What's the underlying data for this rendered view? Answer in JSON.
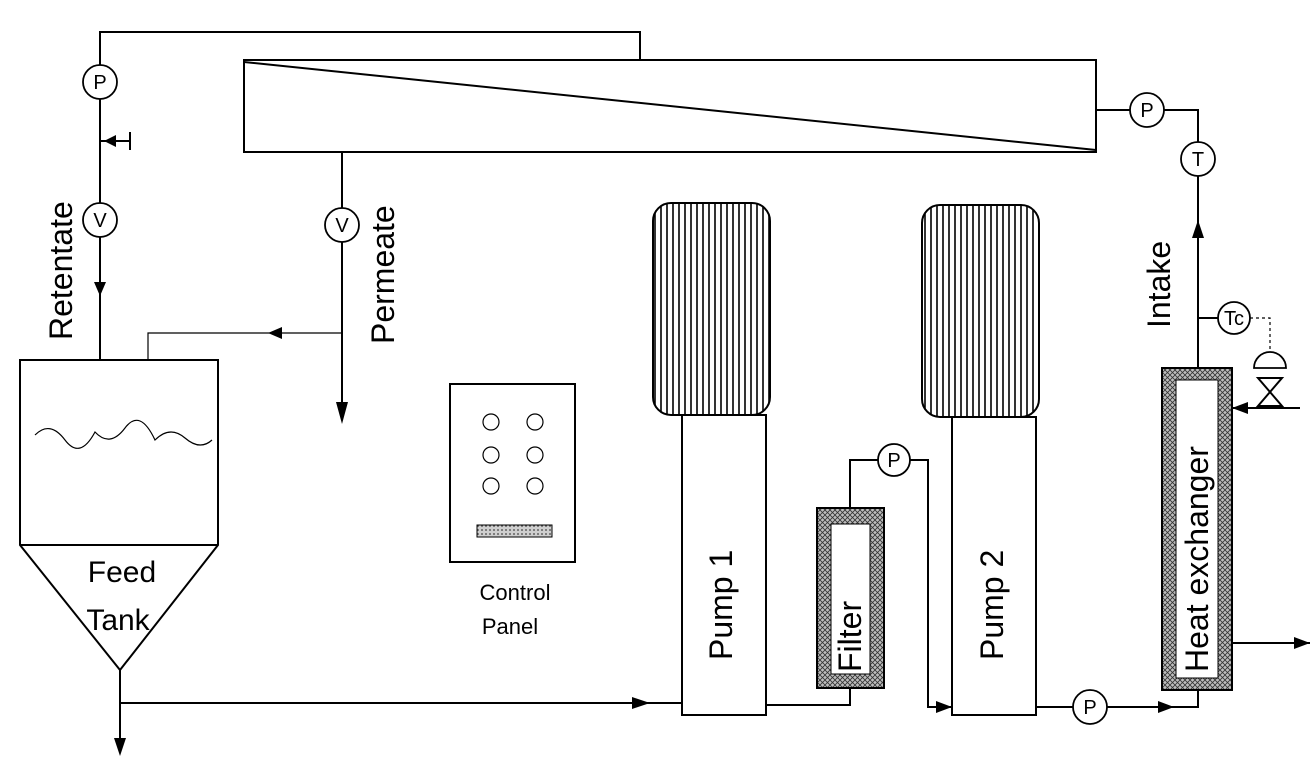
{
  "labels": {
    "retentate": "Retentate",
    "permeate": "Permeate",
    "intake": "Intake",
    "feed": "Feed",
    "tank": "Tank",
    "control": "Control",
    "panel": "Panel",
    "pump1": "Pump 1",
    "pump2": "Pump 2",
    "filter": "Filter",
    "heat_exchanger": "Heat exchanger"
  },
  "instruments": {
    "p_retentate": "P",
    "v_retentate": "V",
    "v_permeate": "V",
    "p_module_out": "P",
    "t_intake": "T",
    "tc_control": "Tc",
    "p_filter": "P",
    "p_pump2_out": "P"
  }
}
